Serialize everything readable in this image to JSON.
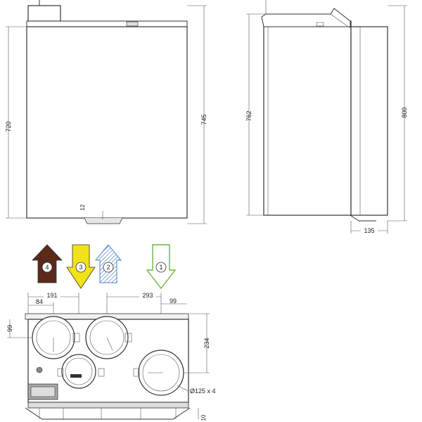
{
  "front_view": {
    "height_left": "720",
    "height_right": "745",
    "gap_bottom": "12"
  },
  "side_view": {
    "height_left": "762",
    "height_right": "800",
    "depth_bottom": "135"
  },
  "airflows": [
    {
      "number": "4",
      "color": "#5a2a1a",
      "direction": "up",
      "style": "solid"
    },
    {
      "number": "3",
      "color": "#f2e21a",
      "direction": "down",
      "style": "solid"
    },
    {
      "number": "2",
      "color": "#4f86c6",
      "direction": "up",
      "style": "hatched"
    },
    {
      "number": "1",
      "color": "#6cb33f",
      "direction": "down",
      "style": "outline"
    }
  ],
  "top_view": {
    "dim_191": "191",
    "dim_84": "84",
    "dim_293": "293",
    "dim_99_top": "99",
    "dim_99_left": "99",
    "dim_234": "234",
    "duct_label": "Ø125 x 4",
    "dim_10": "10"
  }
}
